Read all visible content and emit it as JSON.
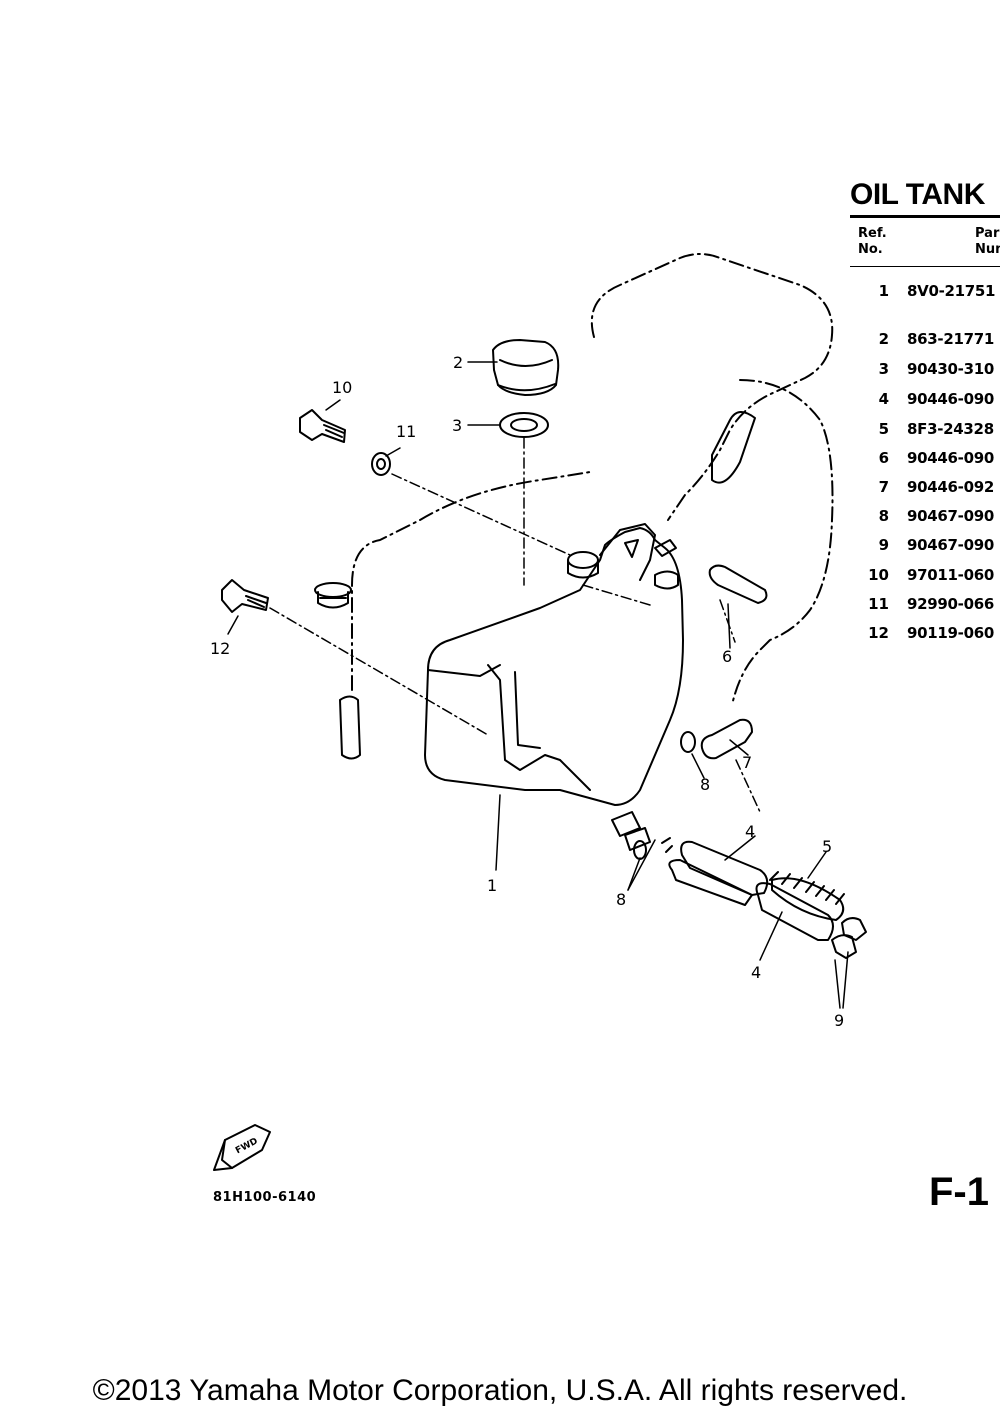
{
  "title": "OIL TANK",
  "table": {
    "headers": {
      "ref": "Ref.\nNo.",
      "part": "Par\nNum"
    },
    "rows": [
      {
        "ref": "1",
        "part": "8V0-21751"
      },
      {
        "ref": "2",
        "part": "863-21771"
      },
      {
        "ref": "3",
        "part": "90430-310"
      },
      {
        "ref": "4",
        "part": "90446-090"
      },
      {
        "ref": "5",
        "part": "8F3-24328"
      },
      {
        "ref": "6",
        "part": "90446-090"
      },
      {
        "ref": "7",
        "part": "90446-092"
      },
      {
        "ref": "8",
        "part": "90467-090"
      },
      {
        "ref": "9",
        "part": "90467-090"
      },
      {
        "ref": "10",
        "part": "97011-060"
      },
      {
        "ref": "11",
        "part": "92990-066"
      },
      {
        "ref": "12",
        "part": "90119-060"
      }
    ]
  },
  "callouts": {
    "c1": "1",
    "c2": "2",
    "c3": "3",
    "c4a": "4",
    "c4b": "4",
    "c5": "5",
    "c6": "6",
    "c7": "7",
    "c8a": "8",
    "c8b": "8",
    "c9": "9",
    "c10": "10",
    "c11": "11",
    "c12": "12"
  },
  "fwd_label": "FWD",
  "figure_code": "81H100-6140",
  "page_number": "F-1",
  "copyright": "©2013 Yamaha Motor Corporation, U.S.A. All rights reserved."
}
